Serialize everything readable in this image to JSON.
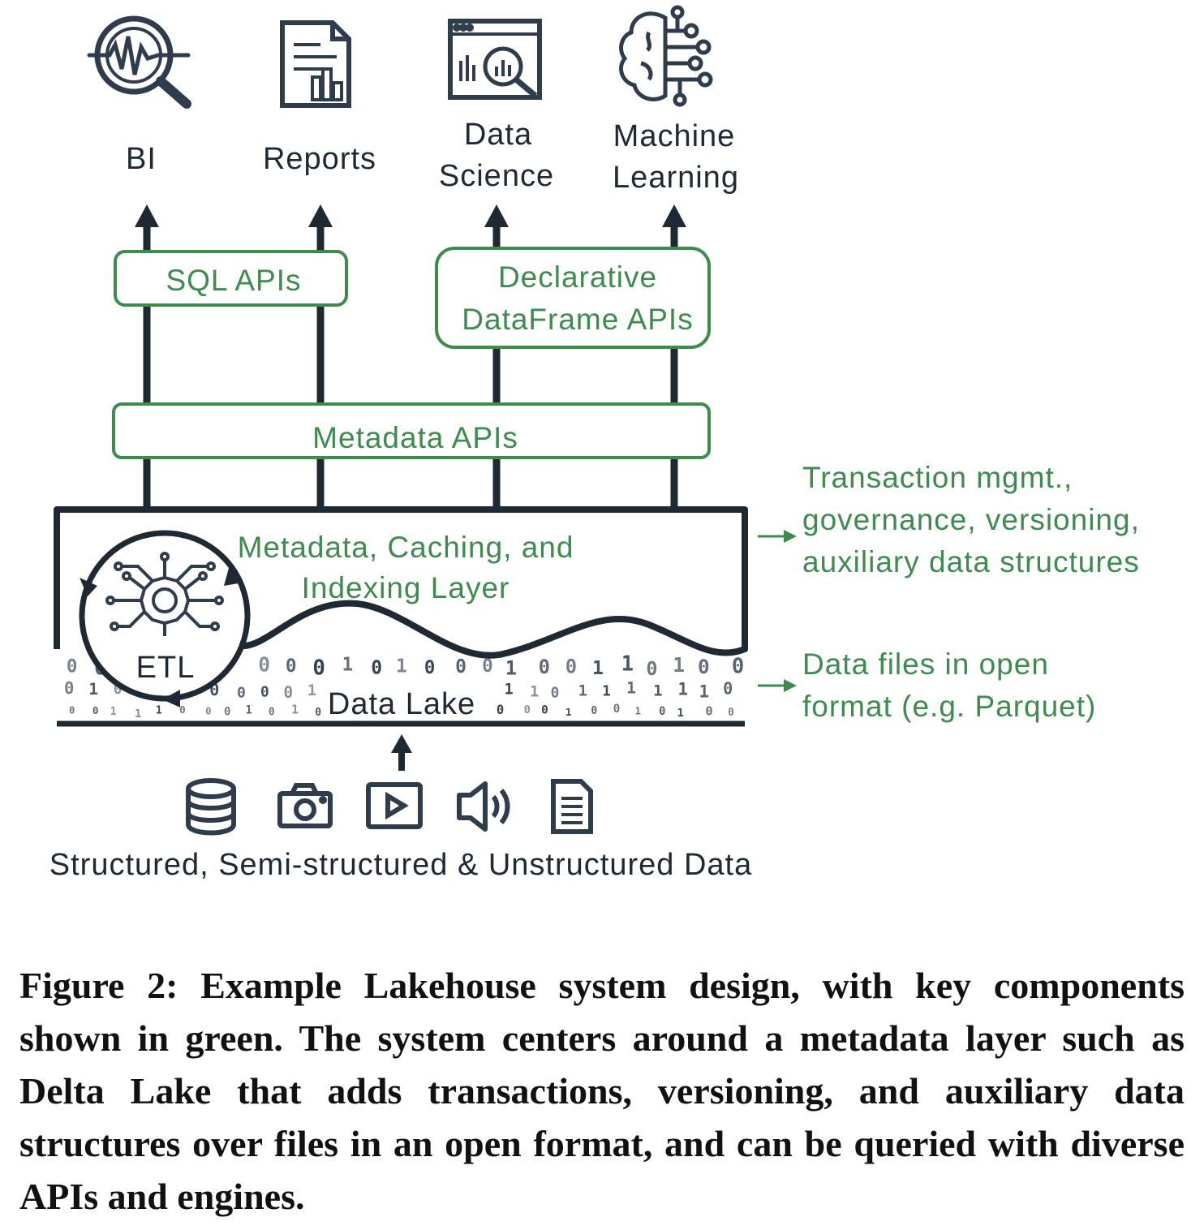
{
  "consumers": [
    {
      "label_lines": [
        "BI"
      ],
      "icon": "bi-magnifier-icon"
    },
    {
      "label_lines": [
        "Reports"
      ],
      "icon": "report-document-icon"
    },
    {
      "label_lines": [
        "Data",
        "Science"
      ],
      "icon": "data-science-browser-icon"
    },
    {
      "label_lines": [
        "Machine",
        "Learning"
      ],
      "icon": "brain-circuit-icon"
    }
  ],
  "api_boxes": {
    "sql": [
      "SQL APIs"
    ],
    "dataframe": [
      "Declarative",
      "DataFrame APIs"
    ],
    "metadata": [
      "Metadata APIs"
    ]
  },
  "layer": {
    "title_lines": [
      "Metadata, Caching, and",
      "Indexing Layer"
    ],
    "etl_label": "ETL",
    "data_lake_label": "Data Lake"
  },
  "side_notes": {
    "layer_note": [
      "Transaction mgmt.,",
      "governance, versioning,",
      "auxiliary data structures"
    ],
    "files_note": [
      "Data files in open",
      "format (e.g. Parquet)"
    ]
  },
  "sources": {
    "icons": [
      "database-icon",
      "camera-icon",
      "video-play-icon",
      "speaker-icon",
      "text-file-icon"
    ],
    "label": "Structured, Semi-structured & Unstructured Data"
  },
  "colors": {
    "green": "#3e8a4f",
    "dark": "#1f2933"
  },
  "caption": "Figure 2: Example Lakehouse system design, with key components shown in green. The system centers around a metadata layer such as Delta Lake that adds transactions, versioning, and auxiliary data structures over files in an open format, and can be queried with diverse APIs and engines."
}
